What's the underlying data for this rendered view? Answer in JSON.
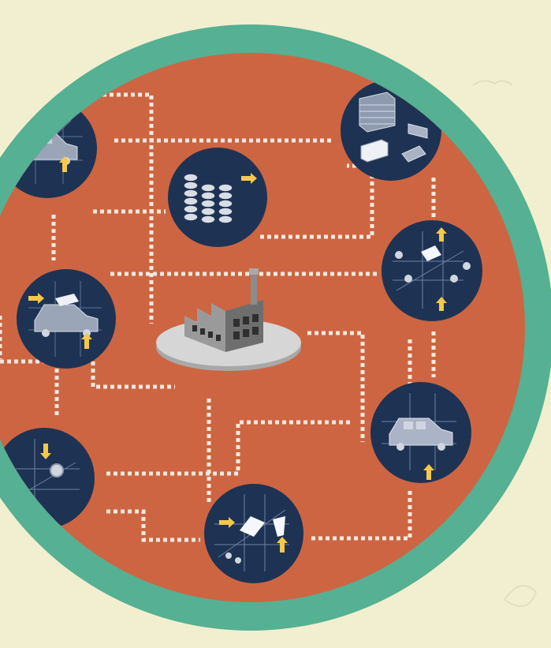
{
  "colors": {
    "background": "#f1efcf",
    "ring": "#56b093",
    "disc": "#cd6543",
    "node_fill": "#1e3353",
    "dotted_line": "#f2e9dc",
    "arrow": "#f6c84a",
    "factory_platform": "#d2d2d2",
    "factory_building": "#8c8c8c"
  },
  "nodes": [
    {
      "name": "node-car-chassis-top-left",
      "icon": "car-chassis-icon"
    },
    {
      "name": "node-tire-stacks",
      "icon": "tire-stack-icon"
    },
    {
      "name": "node-steel-coils",
      "icon": "steel-coil-icon"
    },
    {
      "name": "node-axle-assembly",
      "icon": "axle-assembly-icon"
    },
    {
      "name": "node-car-body-left",
      "icon": "car-body-icon"
    },
    {
      "name": "node-car-body-right",
      "icon": "car-body-icon"
    },
    {
      "name": "node-wheels-mounting",
      "icon": "wheel-mount-icon"
    },
    {
      "name": "node-door-panels",
      "icon": "door-panel-icon"
    }
  ],
  "center": {
    "icon": "factory-icon"
  }
}
